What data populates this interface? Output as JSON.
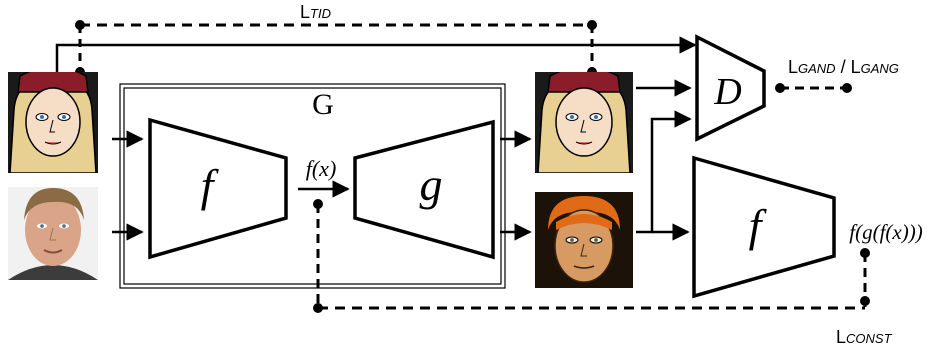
{
  "losses": {
    "tid": {
      "main": "L",
      "sub": "TID"
    },
    "gan": {
      "main1": "L",
      "sub1": "GAND",
      "sep": " / ",
      "main2": "L",
      "sub2": "GANG"
    },
    "const": {
      "main": "L",
      "sub": "CONST"
    }
  },
  "generator": {
    "label": "G"
  },
  "blocks": {
    "f_encoder": "f",
    "g_decoder": "g",
    "discriminator": "D",
    "f_second": "f"
  },
  "signals": {
    "fx": "f(x)",
    "fgfx": "f(g(f(x)))"
  },
  "colors": {
    "line": "#000000",
    "background": "#ffffff",
    "cartoon_skin": "#f6ddc6",
    "cartoon_hair": "#e8cf92",
    "cartoon_hat": "#8b1c2a",
    "photo_skin": "#d9a487",
    "photo_hair": "#8a6b45",
    "converted_skin": "#d89a63",
    "converted_hair": "#e06a16"
  },
  "images": [
    {
      "name": "cartoon-input-face",
      "description_icon": "cartoon-face"
    },
    {
      "name": "photo-input-face",
      "description_icon": "photo-face"
    },
    {
      "name": "cartoon-output-face",
      "description_icon": "cartoon-face"
    },
    {
      "name": "converted-output-face",
      "description_icon": "cartoon-face"
    }
  ]
}
